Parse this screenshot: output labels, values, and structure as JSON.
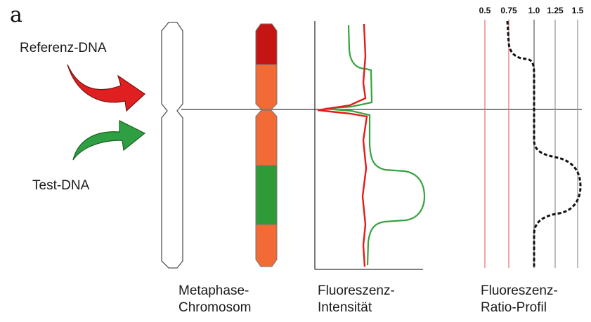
{
  "panel_label": "a",
  "arrows": {
    "reference_label": "Referenz-DNA",
    "reference_color": "#e02020",
    "test_label": "Test-DNA",
    "test_color": "#2ea043"
  },
  "captions": {
    "chromosome_line1": "Metaphase-",
    "chromosome_line2": "Chromosom",
    "intensity_line1": "Fluoreszenz-",
    "intensity_line2": "Intensität",
    "ratio_line1": "Fluoreszenz-",
    "ratio_line2": "Ratio-Profil"
  },
  "ratio_axis": {
    "ticks": [
      "0.5",
      "0.75",
      "1.0",
      "1.25",
      "1.5"
    ]
  },
  "colors": {
    "chromosome_red": "#c41414",
    "chromosome_orange": "#f26a35",
    "chromosome_green": "#2f9a38",
    "grid_pink": "#e07a7a",
    "grid_gray": "#9a9a9a"
  }
}
